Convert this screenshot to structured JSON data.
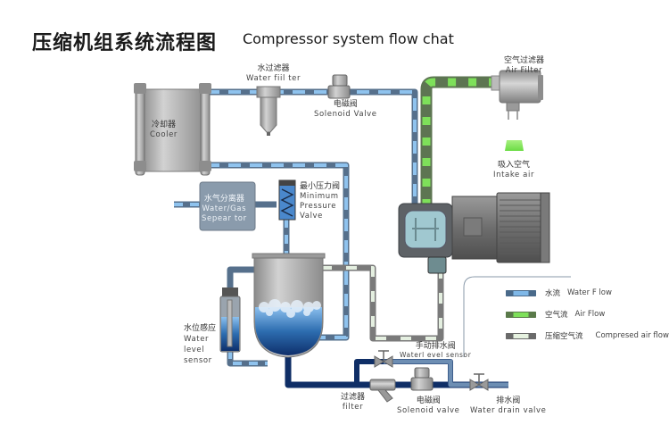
{
  "title": {
    "cn": "压缩机组系统流程图",
    "en": "Compressor system flow chat"
  },
  "components": {
    "cooler": {
      "cn": "冷却器",
      "en": "Cooler"
    },
    "water_filter": {
      "cn": "水过滤器",
      "en": "Water fiil ter"
    },
    "solenoid_valve_top": {
      "cn": "电磁阀",
      "en": "Solenoid Valve"
    },
    "air_filter": {
      "cn": "空气过滤器",
      "en": "Air Filter"
    },
    "intake_air": {
      "cn": "吸入空气",
      "en": "Intake air"
    },
    "separator": {
      "cn": "水气分离器",
      "en1": "Water/Gas",
      "en2": "Sepear tor"
    },
    "min_pressure_valve": {
      "cn": "最小压力阀",
      "en1": "Minimum",
      "en2": "Pressure",
      "en3": "Valve"
    },
    "water_level_sensor": {
      "cn": "水位感应",
      "en1": "Water",
      "en2": "level",
      "en3": "sensor"
    },
    "manual_drain_valve": {
      "cn": "手动排水阀",
      "en": "Waterl evel sensor"
    },
    "filter": {
      "cn": "过滤器",
      "en": "filter"
    },
    "solenoid_valve_bottom": {
      "cn": "电磁阀",
      "en": "Solenoid valve"
    },
    "drain_valve": {
      "cn": "排水阀",
      "en": "Water drain valve"
    }
  },
  "legend": [
    {
      "cn": "水流",
      "en": "Water F low",
      "color": "#7fb8e8",
      "edge": "#4a6a8a"
    },
    {
      "cn": "空气流",
      "en": "Air Flow",
      "color": "#7ee05a",
      "edge": "#5a7a4a"
    },
    {
      "cn": "压缩空气流",
      "en": "Compresed air flow",
      "color": "#e6f2e0",
      "edge": "#6a6a6a"
    }
  ],
  "colors": {
    "water_pipe": "#8fc3ee",
    "water_pipe_dark": "#56708c",
    "air_pipe": "#7ee05a",
    "air_pipe_dark": "#5d7552",
    "compressed_pipe": "#e4efe0",
    "compressed_pipe_dark": "#7a7a7a",
    "drain_pipe": "#0f2e66",
    "metal": "#a8a8a8",
    "water_fill": "#2e6fb3"
  }
}
